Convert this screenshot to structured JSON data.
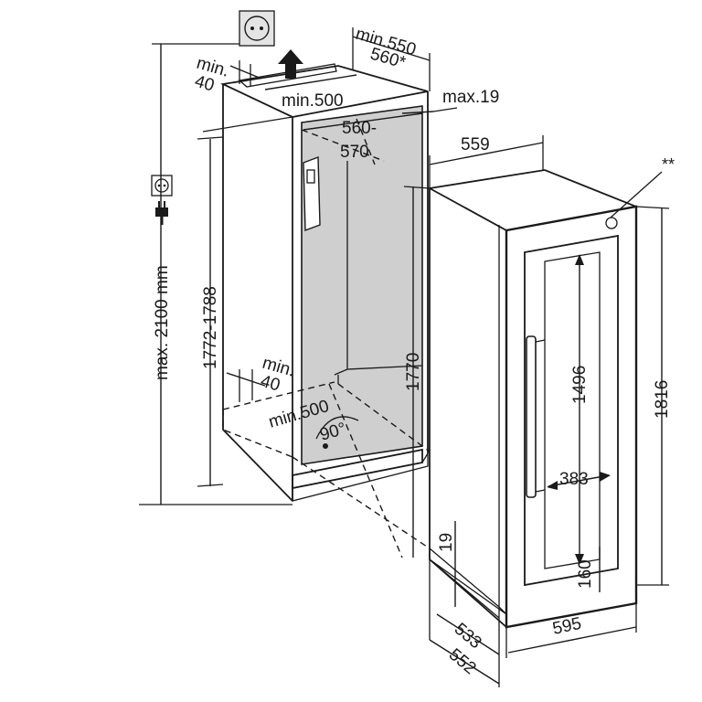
{
  "dimensions": {
    "niche_depth_min": "min.550",
    "niche_depth_alt": "560*",
    "vent_top_gap": "min.",
    "vent_top_gap_value": "40",
    "vent_top_width": "min.500",
    "door_offset": "max.19",
    "niche_width_a": "560-",
    "niche_width_b": "570",
    "appliance_depth_top": "559",
    "outlet_height": "max. 2100 mm",
    "niche_height": "1772-1788",
    "vent_bottom_gap": "min.",
    "vent_bottom_gap_value": "40",
    "vent_bottom_width": "min.500",
    "door_angle": "90°",
    "appliance_height_inner": "1770",
    "glass_height": "1496",
    "handle_offset": "383",
    "appliance_height": "1816",
    "plinth_offset": "19",
    "bottom_gap": "160",
    "width": "595",
    "depth_a": "533",
    "depth_b": "552",
    "note_marker": "**"
  },
  "icons": [
    "power-socket-icon",
    "power-plug-icon",
    "airflow-arrow-icon"
  ],
  "colors": {
    "niche_interior": "#cfcfcf",
    "line": "#1a1a1a"
  }
}
